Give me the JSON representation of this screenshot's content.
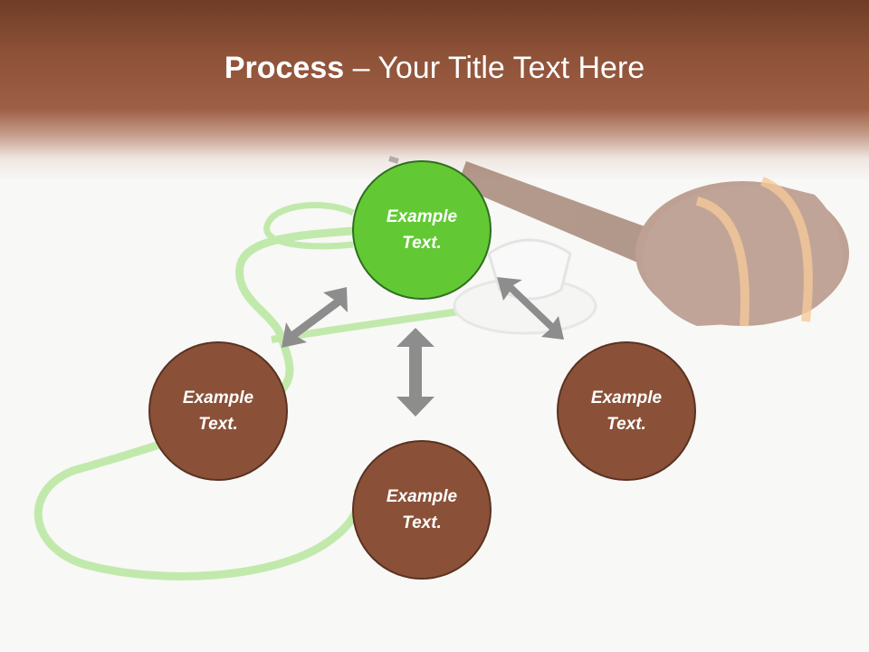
{
  "title": {
    "bold": "Process",
    "rest": " – Your Title Text Here"
  },
  "nodes": [
    {
      "id": "top",
      "label": "Example Text.",
      "state": "active"
    },
    {
      "id": "left",
      "label": "Example Text."
    },
    {
      "id": "right",
      "label": "Example Text."
    },
    {
      "id": "bottom",
      "label": "Example Text."
    }
  ],
  "colors": {
    "header": "#8e5238",
    "node_brown": "#8a5138",
    "node_green": "#62c935",
    "arrow": "#8d8d8d"
  }
}
